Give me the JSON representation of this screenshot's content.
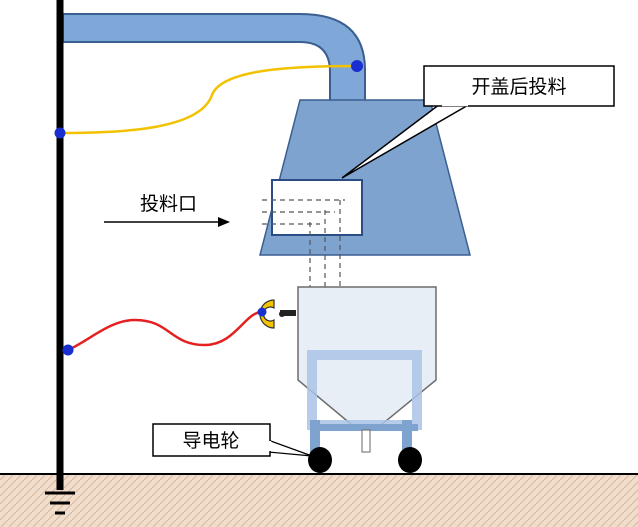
{
  "labels": {
    "callout_top": "开盖后投料",
    "feed_port": "投料口",
    "guide_wheel": "导电轮"
  },
  "colors": {
    "pipe": "#7fa8d8",
    "pipe_stroke": "#3a5f90",
    "hopper": "#7fa3cf",
    "cart": "#e6edf5",
    "ground_wire_yellow": "#f2c200",
    "ground_wire_red": "#e52020",
    "junction": "#1a2fd0",
    "ground": "#f0dccb",
    "clamp": "#f5c400"
  }
}
